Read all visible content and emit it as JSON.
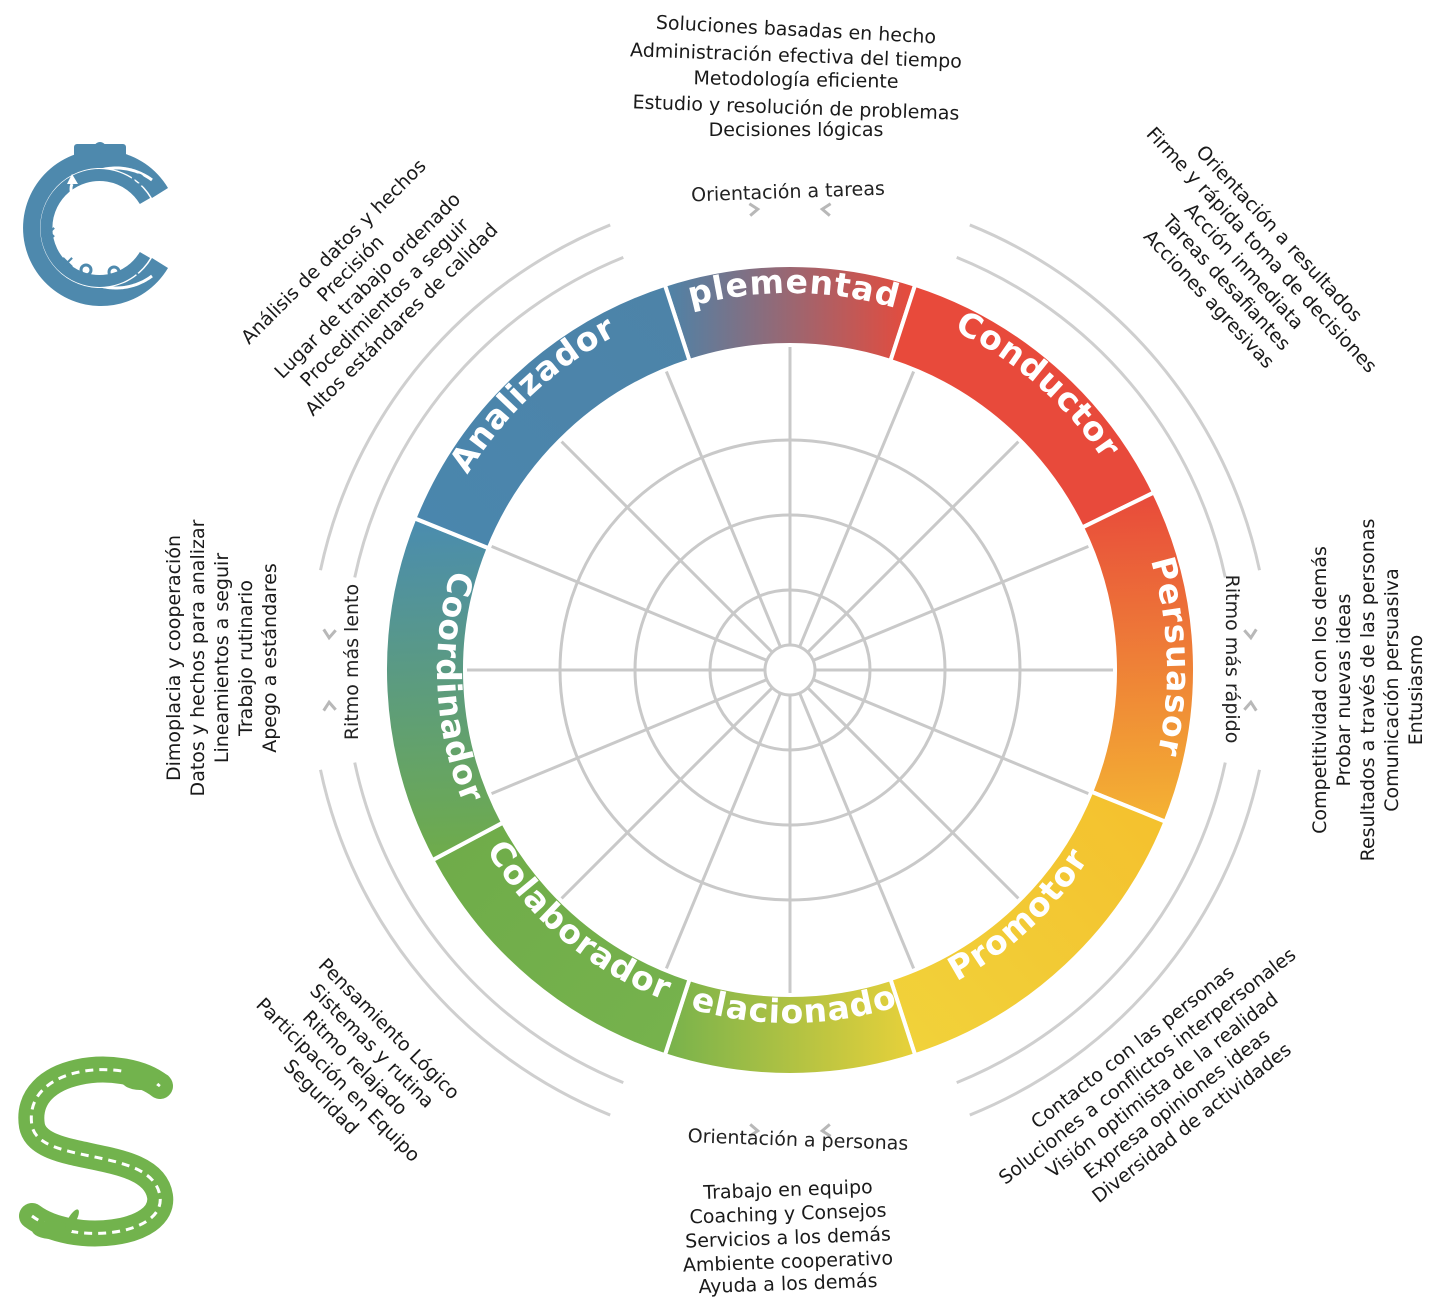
{
  "segments": [
    {
      "name": "Implementador",
      "start": -18,
      "end": 18,
      "color_from": "#4d83a8",
      "color_to": "#e84a3b"
    },
    {
      "name": "Conductor",
      "start": 18,
      "end": 64,
      "color_from": "#e84a3b",
      "color_to": "#e84a3b"
    },
    {
      "name": "Persuasor",
      "start": 64,
      "end": 112,
      "color_from": "#e84a3b",
      "color_to": "#f4b333"
    },
    {
      "name": "Promotor",
      "start": 112,
      "end": 162,
      "color_from": "#f4c12e",
      "color_to": "#f1d23a"
    },
    {
      "name": "Relacionador",
      "start": 162,
      "end": 198,
      "color_from": "#e8d13a",
      "color_to": "#77b24c"
    },
    {
      "name": "Colaborador",
      "start": 198,
      "end": 242,
      "color_from": "#76b24c",
      "color_to": "#6fac4a"
    },
    {
      "name": "Coordinador",
      "start": 242,
      "end": 292,
      "color_from": "#6fac4a",
      "color_to": "#4a8cb0"
    },
    {
      "name": "Analizador",
      "start": 292,
      "end": 342,
      "color_from": "#4a86ad",
      "color_to": "#4d83a8"
    }
  ],
  "axes": {
    "top": "Orientación a tareas",
    "bottom": "Orientación a personas",
    "left": "Ritmo más lento",
    "right": "Ritmo más rápido"
  },
  "traits": {
    "top": [
      "Soluciones basadas en hecho",
      "Administración efectiva del tiempo",
      "Metodología eficiente",
      "Estudio y resolución de problemas",
      "Decisiones lógicas"
    ],
    "top_right": [
      "Orientación a resultados",
      "Firme y rápida toma de decisiones",
      "Acción inmediata",
      "Tareas desafiantes",
      "Acciones agresivas"
    ],
    "right": [
      "Competitividad con los demás",
      "Probar nuevas ideas",
      "Resultados a través de las personas",
      "Comunicación persuasiva",
      "Entusiasmo"
    ],
    "bottom_right": [
      "Contacto con las personas",
      "Soluciones a conflictos interpersonales",
      "Visión optimista de la realidad",
      "Expresa opiniones ideas",
      "Diversidad de actividades"
    ],
    "bottom": [
      "Trabajo en equipo",
      "Coaching y Consejos",
      "Servicios a los demás",
      "Ambiente cooperativo",
      "Ayuda a los demás"
    ],
    "bottom_left": [
      "Pensamiento Lógico",
      "Sistemas y rutina",
      "Ritmo relajado",
      "Participación en Equipo",
      "Seguridad"
    ],
    "left": [
      "Dimoplacia y cooperación",
      "Datos y hechos para analizar",
      "Lineamientos a seguir",
      "Trabajo rutinario",
      "Apego a estándares"
    ],
    "top_left": [
      "Análisis de datos y hechos",
      "Precisión",
      "Lugar de trabajo ordenado",
      "Procedimientos a seguir",
      "Altos estándares de calidad"
    ]
  },
  "colors": {
    "grid": "#c9c9c9",
    "blue": "#4d83a8",
    "red": "#e84a3b",
    "yellow": "#f1d23a",
    "green": "#6fac4a",
    "logo_c": "#4e89ad",
    "logo_s": "#72b34d"
  },
  "logos": {
    "top": "clipboard-c-logo",
    "bottom": "turtle-rabbit-s-logo"
  }
}
